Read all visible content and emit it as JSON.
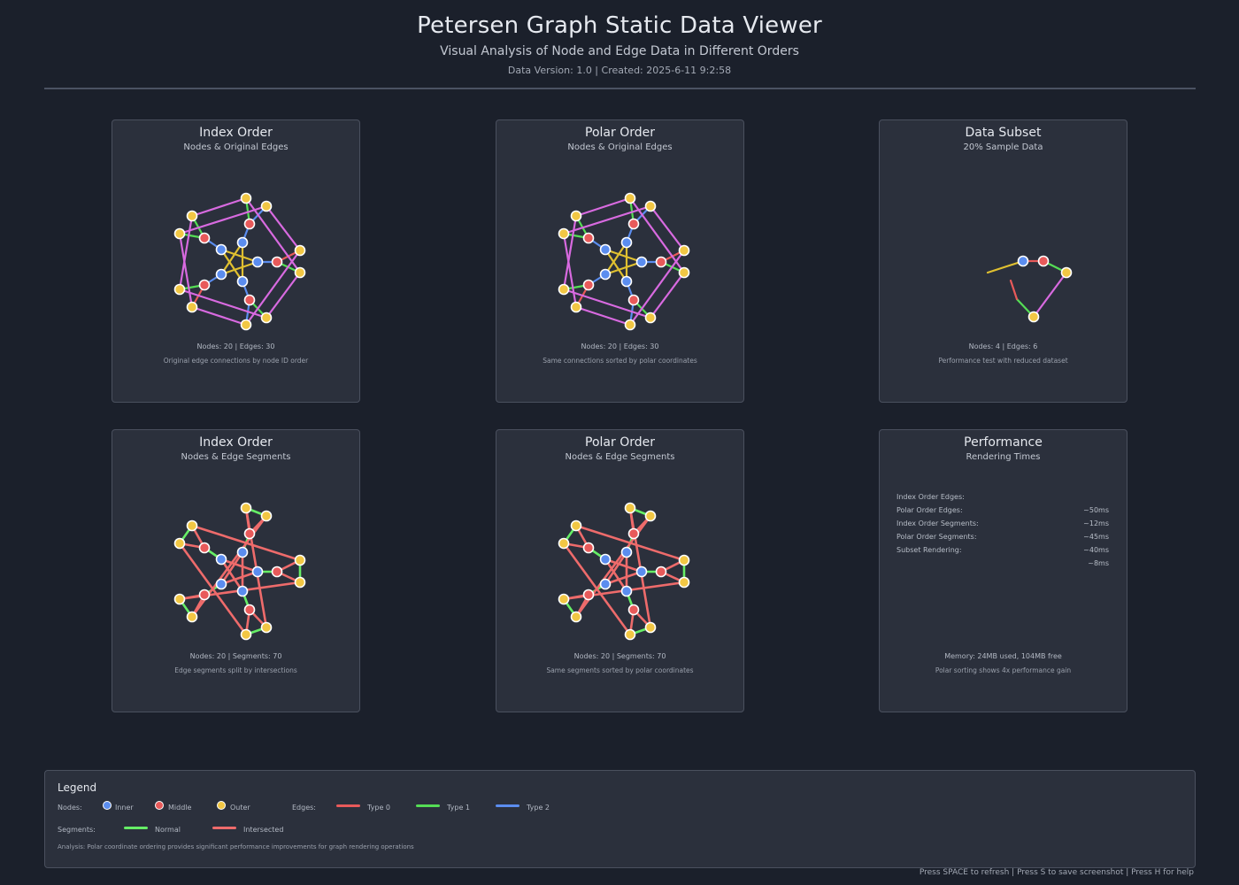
{
  "header": {
    "title": "Petersen Graph Static Data Viewer",
    "subtitle": "Visual Analysis of Node and Edge Data in Different Orders",
    "meta": "Data Version: 1.0 | Created: 2025-6-11 9:2:58"
  },
  "panels": {
    "index_edges": {
      "title": "Index Order",
      "subtitle": "Nodes & Original Edges",
      "stats": "Nodes: 20 | Edges: 30",
      "description": "Original edge connections by node ID order"
    },
    "polar_edges": {
      "title": "Polar Order",
      "subtitle": "Nodes & Original Edges",
      "stats": "Nodes: 20 | Edges: 30",
      "description": "Same connections sorted by polar coordinates"
    },
    "subset": {
      "title": "Data Subset",
      "subtitle": "20% Sample Data",
      "stats": "Nodes: 4 | Edges: 6",
      "description": "Performance test with reduced dataset"
    },
    "index_segments": {
      "title": "Index Order",
      "subtitle": "Nodes & Edge Segments",
      "stats": "Nodes: 20 | Segments: 70",
      "description": "Edge segments split by intersections"
    },
    "polar_segments": {
      "title": "Polar Order",
      "subtitle": "Nodes & Edge Segments",
      "stats": "Nodes: 20 | Segments: 70",
      "description": "Same segments sorted by polar coordinates"
    },
    "performance": {
      "title": "Performance",
      "subtitle": "Rendering Times",
      "labels": [
        "Index Order Edges:",
        "Polar Order Edges:",
        "Index Order Segments:",
        "Polar Order Segments:",
        "Subset Rendering:"
      ],
      "values": [
        "~50ms",
        "~12ms",
        "~45ms",
        "~40ms",
        "~8ms"
      ],
      "memory": "Memory: 24MB used, 104MB free",
      "note": "Polar sorting shows 4x performance gain"
    }
  },
  "colors": {
    "inner": "#5b8def",
    "middle": "#e85a5a",
    "outer": "#f2c744",
    "edge_type0": "#e85a5a",
    "edge_type1": "#55dd55",
    "edge_type2": "#5b8def",
    "edge_outer": "#d86ae0",
    "edge_star": "#e0c030",
    "segment_normal": "#66ee66",
    "segment_intersected": "#ee6b6b",
    "node_stroke": "#ffffff"
  },
  "legend": {
    "title": "Legend",
    "nodes_label": "Nodes:",
    "inner": "Inner",
    "middle": "Middle",
    "outer": "Outer",
    "edges_label": "Edges:",
    "type0": "Type 0",
    "type1": "Type 1",
    "type2": "Type 2",
    "segments_label": "Segments:",
    "normal": "Normal",
    "intersected": "Intersected",
    "analysis": "Analysis: Polar coordinate ordering provides significant performance improvements for graph rendering operations"
  },
  "footer": "Press SPACE to refresh | Press S to save screenshot | Press H for help"
}
